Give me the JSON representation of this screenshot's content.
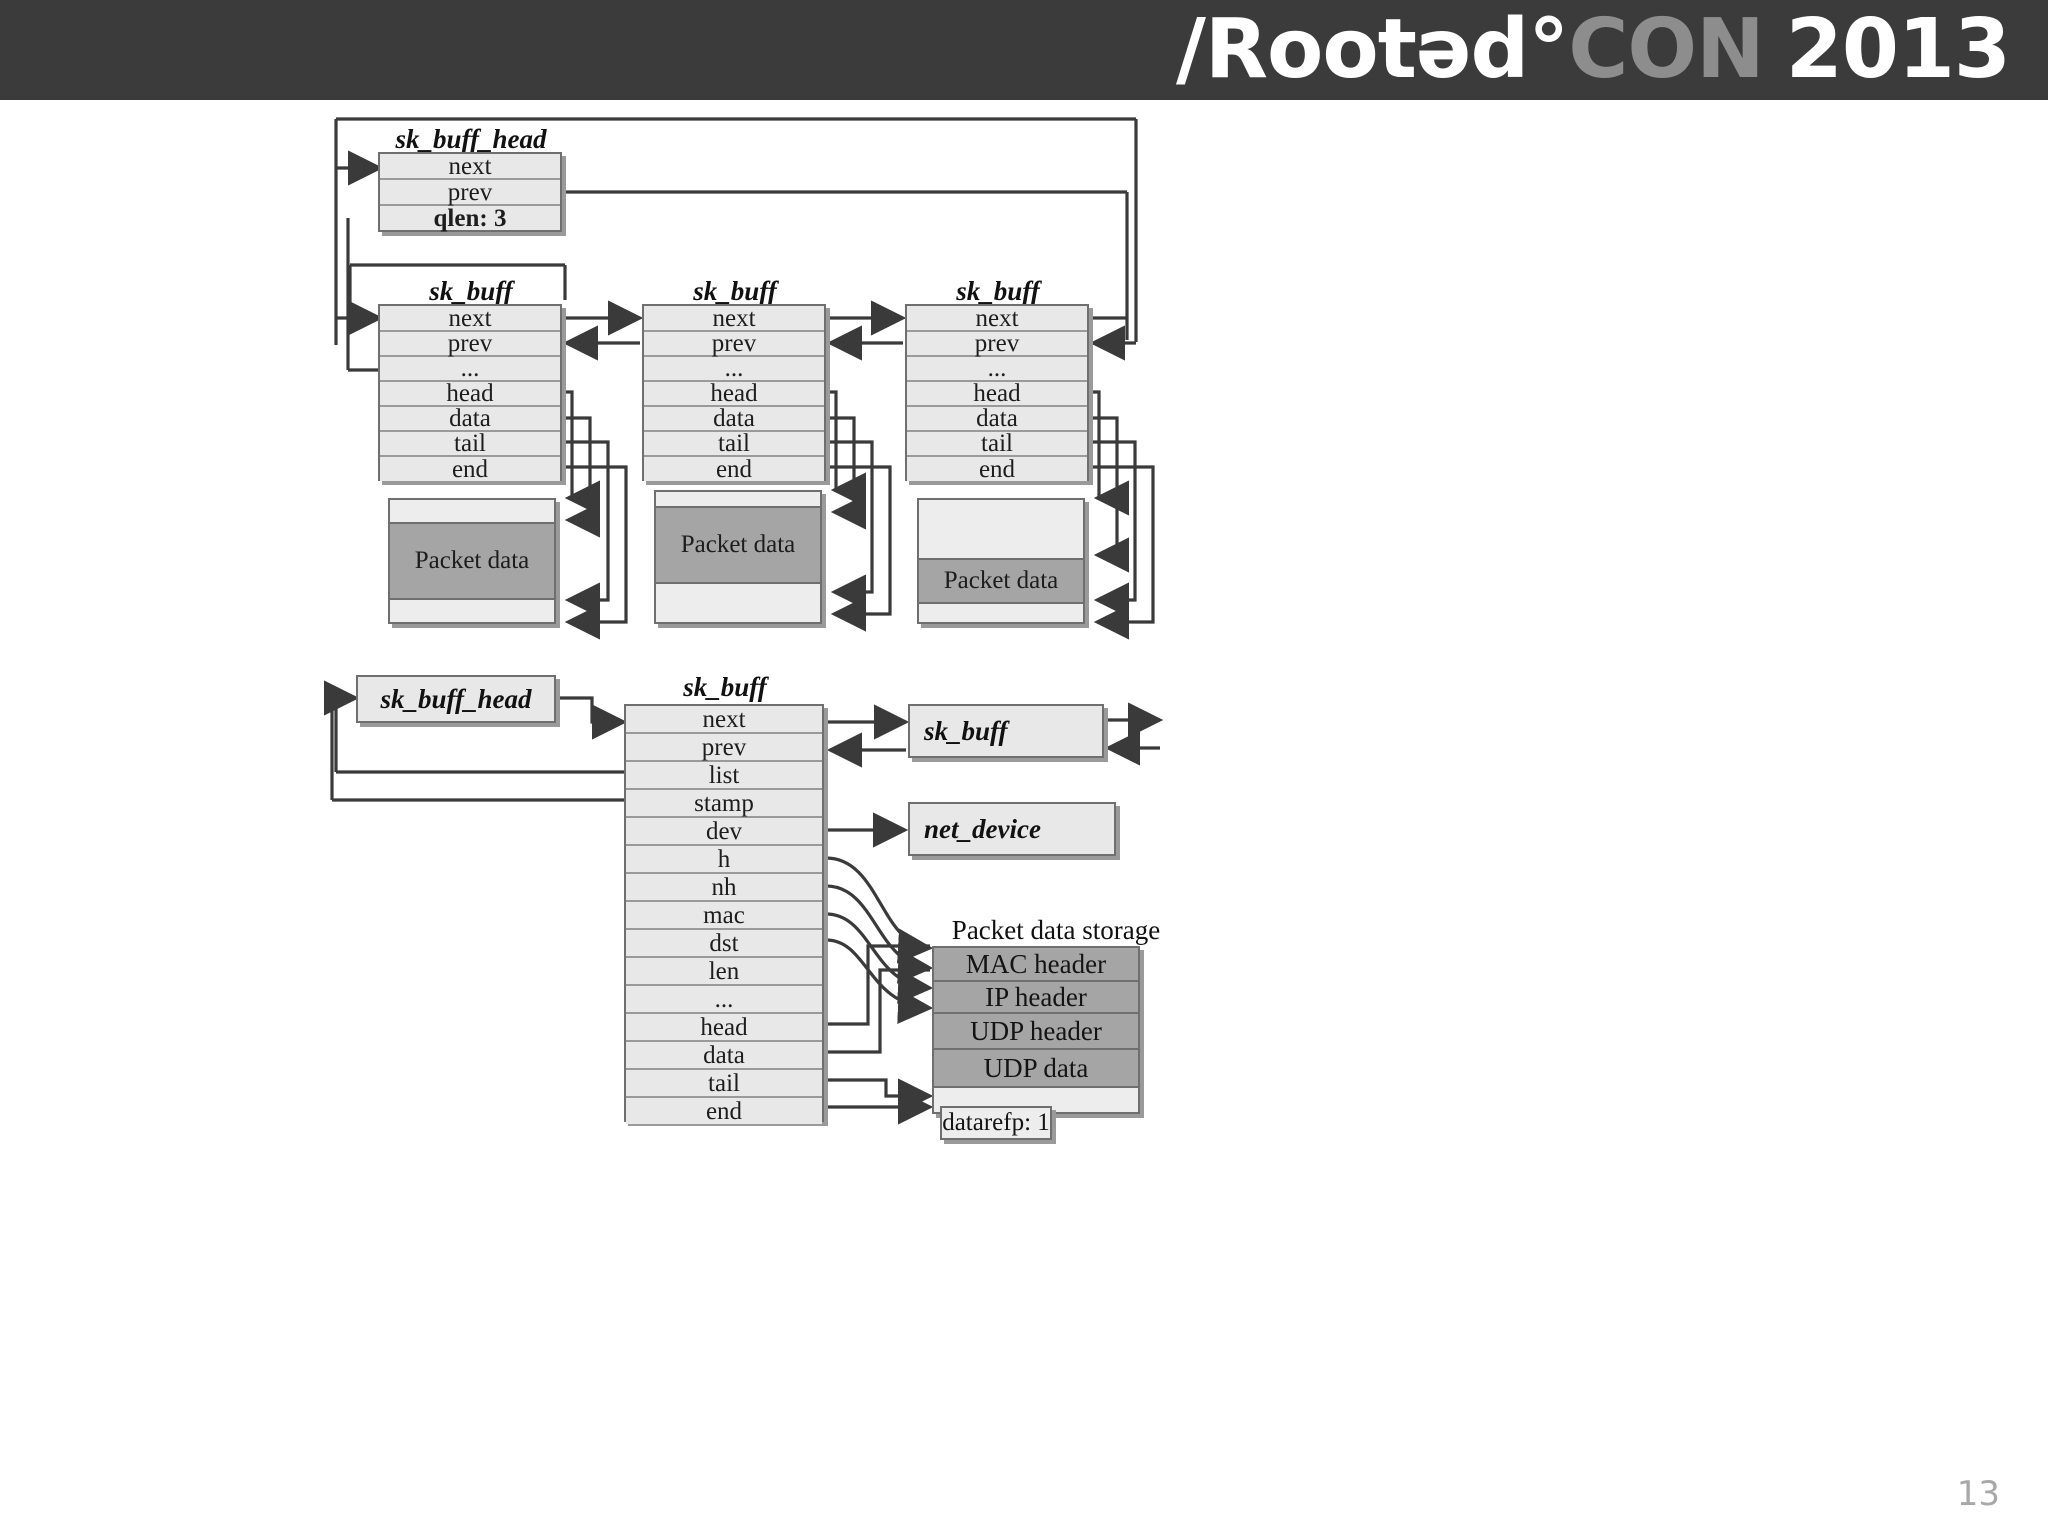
{
  "header": {
    "brand_part1": "/Rootəd°",
    "brand_part2": "CON",
    "brand_part3": "2013",
    "brand_white": "#ffffff",
    "brand_gray": "#8d8d8d",
    "bar_color": "#3b3b3b"
  },
  "page": {
    "number": "13"
  },
  "colors": {
    "box_fill": "#e8e8e8",
    "box_border": "#6f6f6f",
    "packet_fill": "#a5a5a5",
    "shadow": "#9a9a9a"
  },
  "top_diagram": {
    "head": {
      "caption": "sk_buff_head",
      "rows": [
        "next",
        "prev",
        "qlen: 3"
      ]
    },
    "buffers": [
      {
        "caption": "sk_buff",
        "rows": [
          "next",
          "prev",
          "...",
          "head",
          "data",
          "tail",
          "end"
        ],
        "packet_label": "Packet data"
      },
      {
        "caption": "sk_buff",
        "rows": [
          "next",
          "prev",
          "...",
          "head",
          "data",
          "tail",
          "end"
        ],
        "packet_label": "Packet data"
      },
      {
        "caption": "sk_buff",
        "rows": [
          "next",
          "prev",
          "...",
          "head",
          "data",
          "tail",
          "end"
        ],
        "packet_label": "Packet data"
      }
    ]
  },
  "bottom_diagram": {
    "head_label": "sk_buff_head",
    "main": {
      "caption": "sk_buff",
      "rows": [
        "next",
        "prev",
        "list",
        "stamp",
        "dev",
        "h",
        "nh",
        "mac",
        "dst",
        "len",
        "...",
        "head",
        "data",
        "tail",
        "end"
      ]
    },
    "neighbor_label": "sk_buff",
    "net_device_label": "net_device",
    "storage": {
      "title": "Packet data storage",
      "rows": [
        "MAC header",
        "IP header",
        "UDP header",
        "UDP data"
      ],
      "datarefp": "datarefp: 1"
    }
  }
}
